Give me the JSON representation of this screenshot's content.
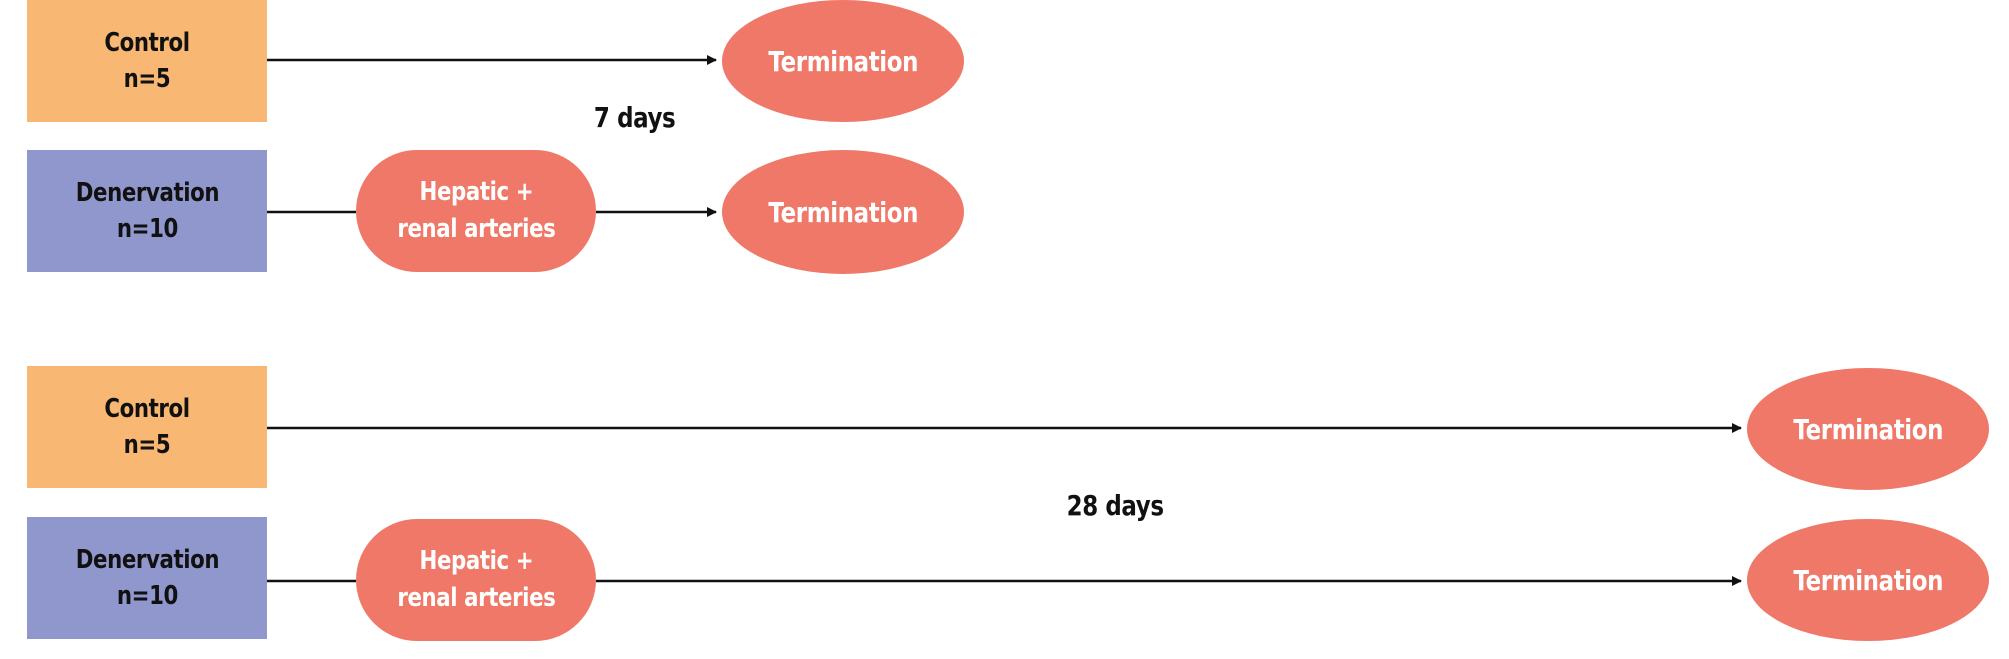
{
  "colors": {
    "control_fill": "#f8b873",
    "denervation_fill": "#8f97cc",
    "node_fill": "#ef7868",
    "arrow": "#111111"
  },
  "panel_7_days": {
    "duration_label": "7 days",
    "control": {
      "label": "Control\nn=5",
      "end": "Termination"
    },
    "denervation": {
      "label": "Denervation\nn=10",
      "procedure": "Hepatic +\nrenal arteries",
      "end": "Termination"
    }
  },
  "panel_28_days": {
    "duration_label": "28 days",
    "control": {
      "label": "Control\nn=5",
      "end": "Termination"
    },
    "denervation": {
      "label": "Denervation\nn=10",
      "procedure": "Hepatic +\nrenal arteries",
      "end": "Termination"
    }
  }
}
